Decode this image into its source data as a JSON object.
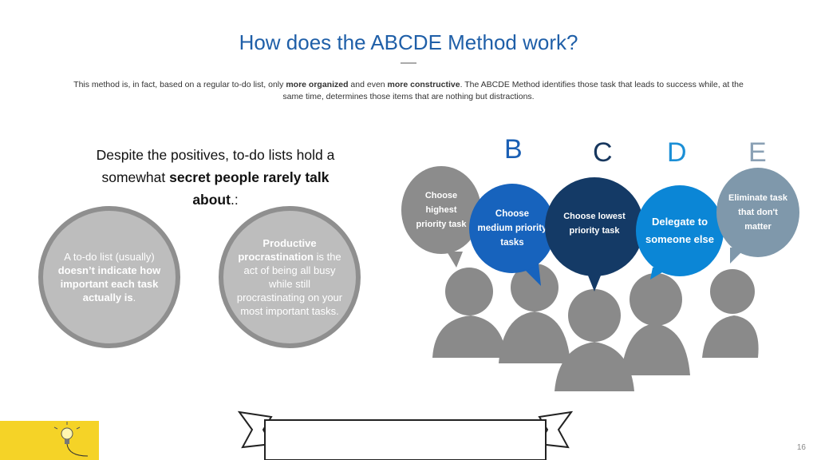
{
  "title": "How does the ABCDE Method work?",
  "intro": {
    "p1": "This method is, in fact, based on a regular to-do list, only ",
    "b1": "more organized",
    "p2": " and even ",
    "b2": "more constructive",
    "p3": ". The ABCDE Method identifies those task that leads to success while, at the same time, determines those items that are nothing but distractions."
  },
  "lead": {
    "p1": "Despite the positives, to-do lists hold a somewhat ",
    "b1": "secret people rarely talk about",
    "p2": ".:"
  },
  "circle1": {
    "p1": "A to-do list (usually) ",
    "b1": "doesn’t indicate how important each task actually  is",
    "p2": "."
  },
  "circle2": {
    "b1": "Productive procrastination",
    "p1": " is the act of being all busy while still procrastinating on your most important tasks."
  },
  "letters": [
    "B",
    "C",
    "D",
    "E"
  ],
  "bubbles": [
    {
      "text": "Choose highest priority task",
      "color": "#8c8c8c"
    },
    {
      "text": "Choose medium priority tasks",
      "color": "#1763bd"
    },
    {
      "text": "Choose lowest priority task",
      "color": "#143a66"
    },
    {
      "text": "Delegate to someone else",
      "color": "#0b86d6"
    },
    {
      "text": "Eliminate task that don't matter",
      "color": "#7f98ab"
    }
  ],
  "page_number": "16"
}
